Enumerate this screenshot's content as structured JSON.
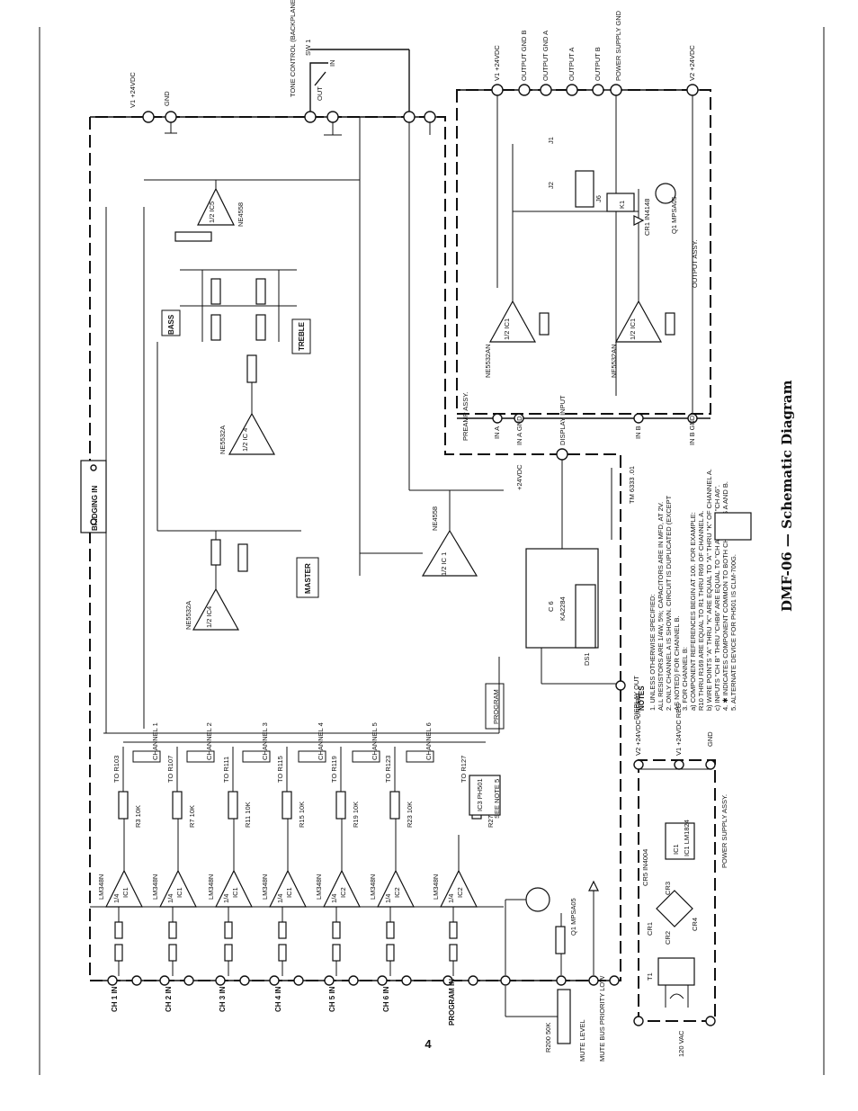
{
  "title": "DMF-06 — Schematic Diagram",
  "page_number": "4",
  "channel_inputs": [
    "CH 1 IN",
    "CH 2 IN",
    "CH 3 IN",
    "CH 4 IN",
    "CH 5 IN",
    "CH 6 IN",
    "PROGRAM IN"
  ],
  "channel_labels": [
    "CHANNEL 1",
    "CHANNEL 2",
    "CHANNEL 3",
    "CHANNEL 4",
    "CHANNEL 5",
    "CHANNEL 6",
    "PROGRAM"
  ],
  "channel_destinations": [
    "TO R103",
    "TO R107",
    "TO R111",
    "TO R115",
    "TO R119",
    "TO R123",
    "TO R127"
  ],
  "input_amps": [
    {
      "name": "IC1",
      "section": "1/4",
      "part": "LM348N"
    },
    {
      "name": "IC1",
      "section": "1/4",
      "part": "LM348N"
    },
    {
      "name": "IC1",
      "section": "1/4",
      "part": "LM348N"
    },
    {
      "name": "IC1",
      "section": "1/4",
      "part": "LM348N"
    },
    {
      "name": "IC2",
      "section": "1/4",
      "part": "LM348N"
    },
    {
      "name": "IC2",
      "section": "1/4",
      "part": "LM348N"
    },
    {
      "name": "IC2",
      "section": "1/4",
      "part": "LM348N"
    }
  ],
  "level_pots": [
    "R3 10K",
    "R7 10K",
    "R11 10K",
    "R15 10K",
    "R19 10K",
    "R23 10K",
    "R27 10K"
  ],
  "top_rail": {
    "v1_label": "V1 +24VDC",
    "gnd_label": "GND",
    "tone_control": "TONE CONTROL (BACKPLANE PCB)",
    "switch": "SW 1",
    "switch_out": "OUT",
    "switch_in": "IN"
  },
  "output_terminals": [
    "V1 +24VDC",
    "OUTPUT GND B",
    "OUTPUT GND A",
    "OUTPUT A",
    "OUTPUT B",
    "POWER SUPPLY GND",
    "V2 +24VDC"
  ],
  "tone_stage": {
    "amp": "NE4558",
    "amp_ref": "1/2 IC5",
    "bass": "BASS",
    "treble": "TREBLE",
    "master": "MASTER",
    "mix_amp": "NE5532A",
    "mix_ref": "1/2 IC4"
  },
  "preamp": {
    "label": "PREAMP ASSY.",
    "amp": "NE5532AN",
    "amp_ref": "1/2 IC1",
    "in_a": "IN A",
    "in_a_gnd": "IN A GND",
    "in_b": "IN B",
    "in_b_gnd": "IN B GND"
  },
  "output_assy": {
    "label": "OUTPUT ASSY.",
    "relay": "K1",
    "transistor": "Q1 MPSA05",
    "diode": "CR1 IN4148",
    "jumpers": [
      "J1",
      "J2",
      "J6"
    ]
  },
  "display": {
    "input_label": "DISPLAY INPUT",
    "out_label": "DISPLAY OUT",
    "chip": "C 6",
    "chip_part": "KA2284",
    "led": "DS1",
    "ref": "TM 6333 .01",
    "supply": "+24VDC"
  },
  "bridging": "BRIDGING IN",
  "mute": {
    "level": "MUTE LEVEL",
    "priority": "MUTE BUS PRIORITY LOW",
    "pot": "R200 50K",
    "transistor": "Q1 MPSA05",
    "see_note": "SEE NOTE 5",
    "ic": "IC3 PH501"
  },
  "power_supply": {
    "label": "POWER SUPPLY ASSY.",
    "regulator": "IC1 LM1824",
    "mains": "120 VAC",
    "transformer": "T1",
    "terminals": [
      "V2 +24VDC UNREG",
      "V1 +24VDC REG",
      "GND"
    ],
    "rectifier": [
      "CR1",
      "CR2",
      "CR3",
      "CR4"
    ],
    "cr5": "CR5 IN4004"
  },
  "notes": {
    "heading": "NOTES",
    "lines": [
      "1. UNLESS OTHERWISE SPECIFIED:",
      "ALL RESISTORS ARE 1/4W, 5%; CAPACITORS ARE IN MFD, AT 2V.",
      "2. ONLY CHANNEL A IS SHOWN. CIRCUIT IS DUPLICATED (EXCEPT",
      "AS NOTED) FOR CHANNEL B.",
      "3. FOR CHANNEL B:",
      "a) COMPONENT REFERENCES BEGIN AT 100. FOR EXAMPLE:",
      "R10 THRU R169 ARE EQUAL TO R1 THRU R69 OF CHANNEL A.",
      "b) WIRE POINTS \"A\" THRU \"K\" ARE EQUAL TO \"A\" THRU \"K\" OF CHANNEL A.",
      "c) INPUTS \"CH B\" THRU \"CHB6\" ARE EQUAL TO \"CH A1\" THRU \"CH A6\".",
      "4. ✱ INDICATES COMPONENT COMMON TO BOTH CHANNELS A AND B.",
      "5. ALTERNATE DEVICE FOR PH501 IS CLM-700G."
    ]
  }
}
